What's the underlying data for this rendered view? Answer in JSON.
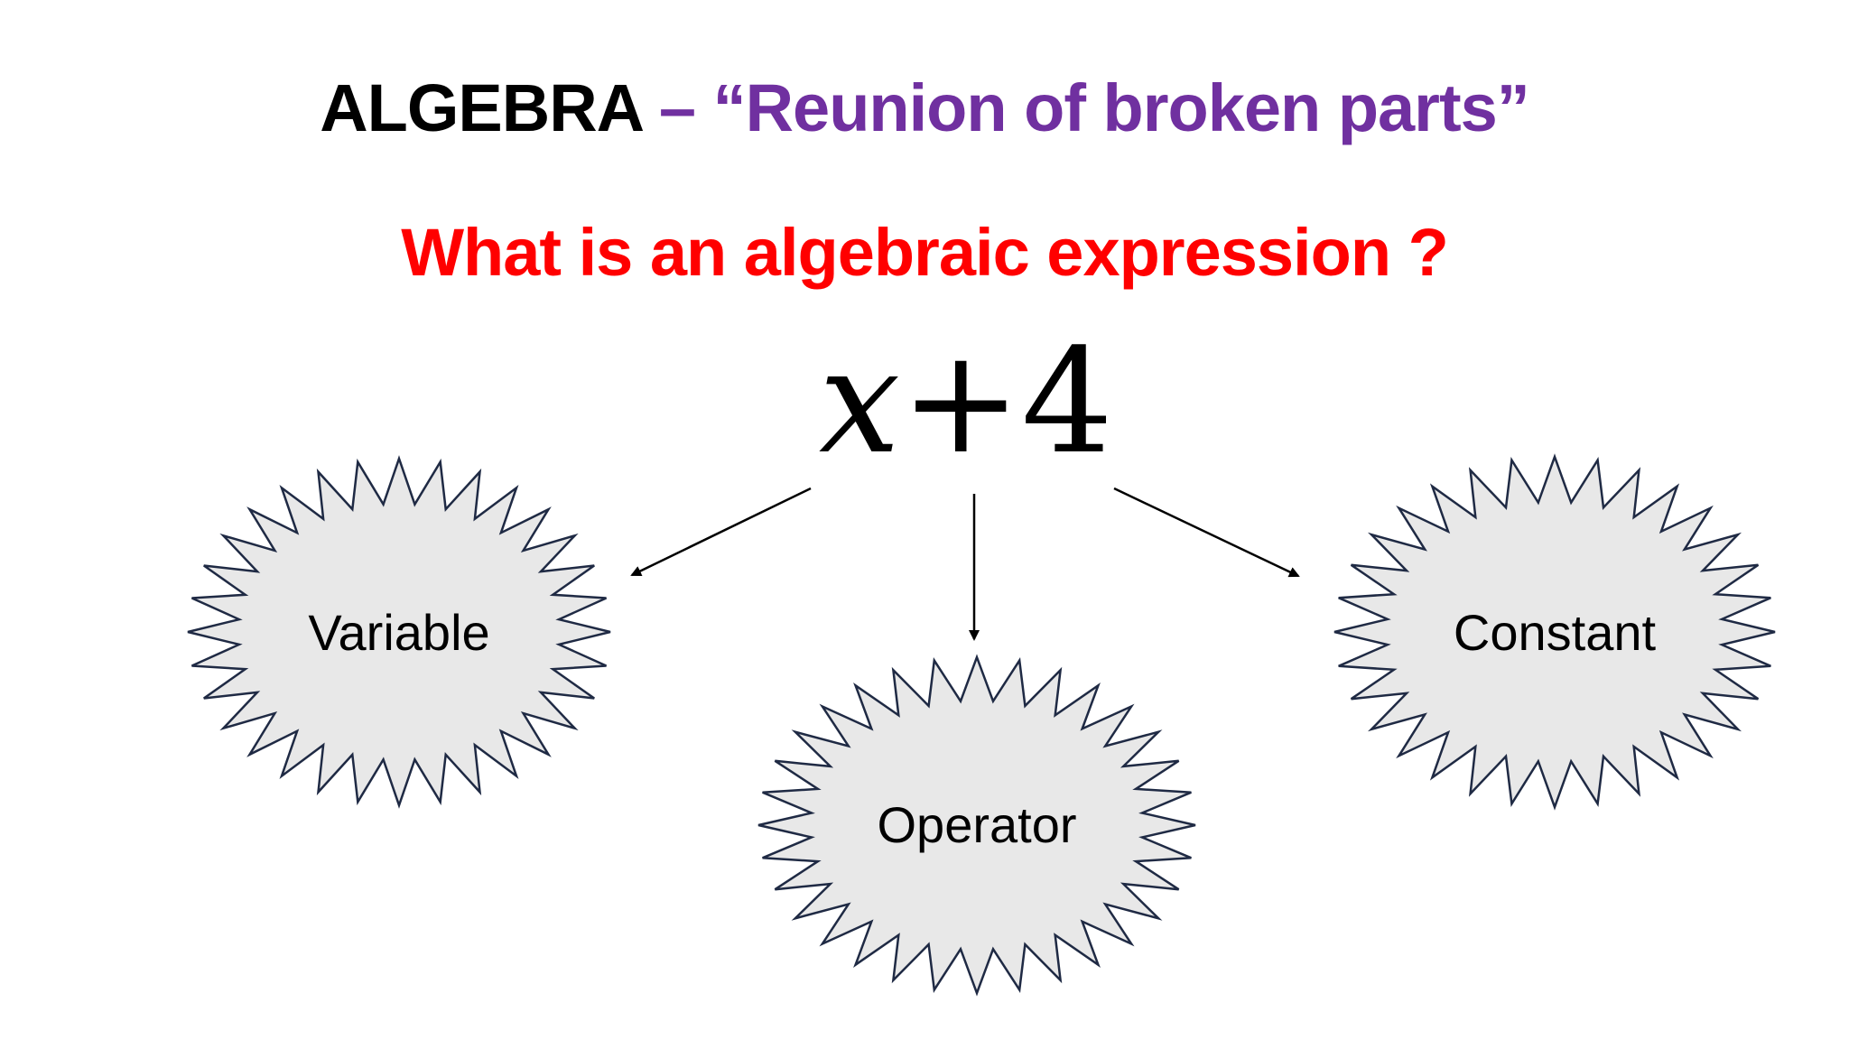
{
  "title": {
    "main": "ALGEBRA",
    "sub": " – “Reunion of broken parts”"
  },
  "question": "What is an algebraic expression ?",
  "expression": {
    "variable": "x",
    "operator": "+",
    "constant": "4"
  },
  "parts": [
    {
      "id": "variable",
      "label": "Variable"
    },
    {
      "id": "operator",
      "label": "Operator"
    },
    {
      "id": "constant",
      "label": "Constant"
    }
  ],
  "colors": {
    "title": "#000000",
    "subtitle": "#7030a0",
    "question": "#ff0000",
    "burst_fill": "#e8e8e8",
    "burst_stroke": "#1f2a44",
    "arrow": "#000000"
  }
}
